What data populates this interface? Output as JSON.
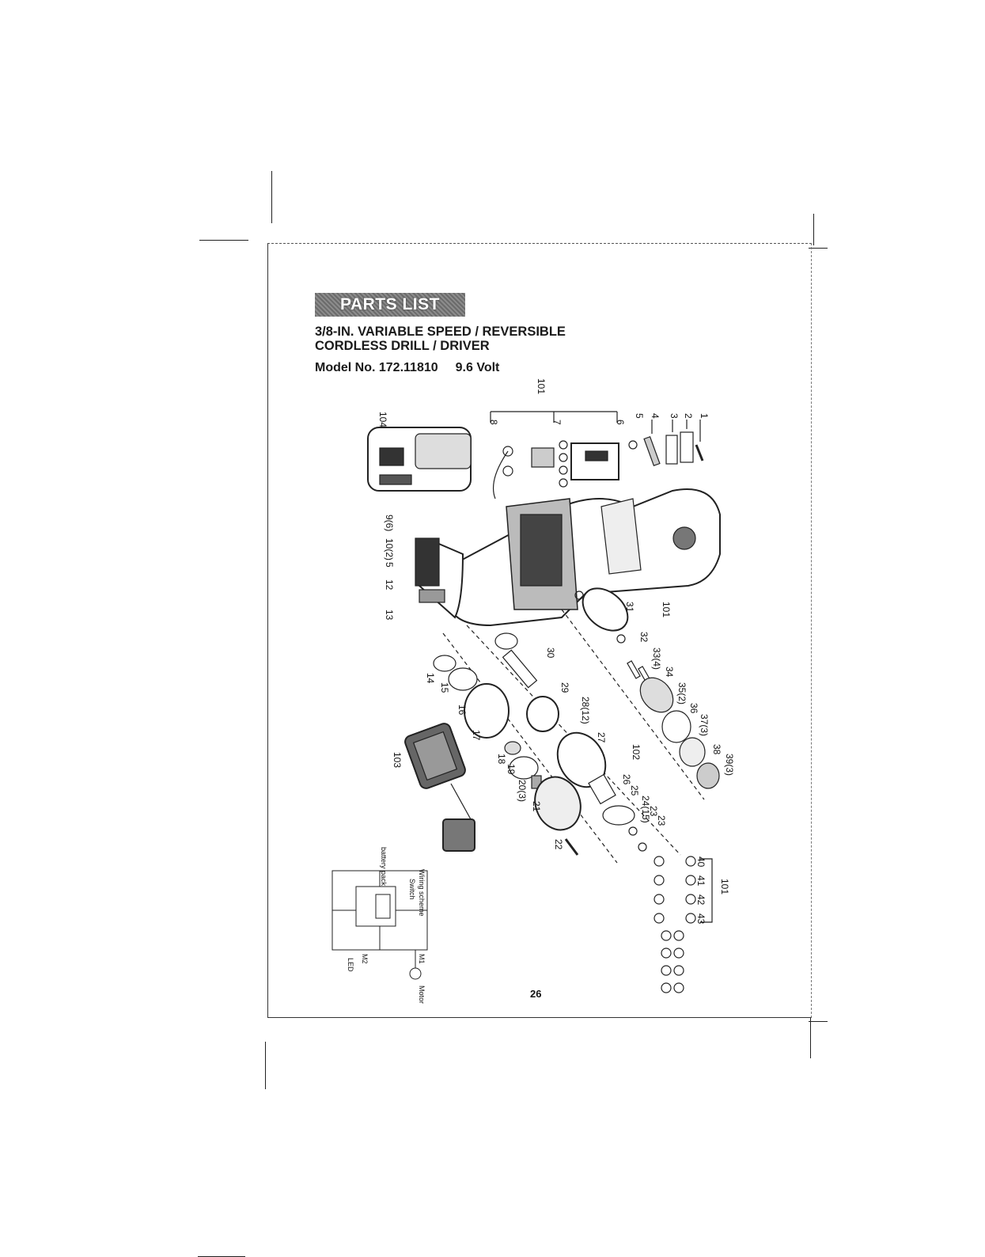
{
  "header": {
    "banner": "PARTS LIST",
    "title_line1": "3/8-IN. VARIABLE SPEED / REVERSIBLE",
    "title_line2": "CORDLESS DRILL / DRIVER",
    "model": "Model No. 172.11810",
    "voltage": "9.6 Volt"
  },
  "diagram": {
    "callouts": [
      "104",
      "101",
      "8",
      "7",
      "6",
      "5",
      "4",
      "3",
      "2",
      "1",
      "9(6)",
      "10(2)",
      "5",
      "12",
      "13",
      "101",
      "31",
      "32",
      "33(4)",
      "34",
      "35(2)",
      "36",
      "37(3)",
      "38",
      "39(3)",
      "30",
      "29",
      "28(12)",
      "27",
      "102",
      "26",
      "25",
      "24(15)",
      "23",
      "23",
      "14",
      "15",
      "16",
      "17",
      "18",
      "19",
      "20(3)",
      "21",
      "22",
      "103",
      "40",
      "41",
      "42",
      "43",
      "101"
    ],
    "wiring": {
      "title": "Wiring scheme",
      "switch": "Switch",
      "battery": "battery pack",
      "led": "LED",
      "motor": "Motor",
      "m1": "M1",
      "m2": "M2"
    }
  },
  "footer": {
    "page_number": "26"
  }
}
